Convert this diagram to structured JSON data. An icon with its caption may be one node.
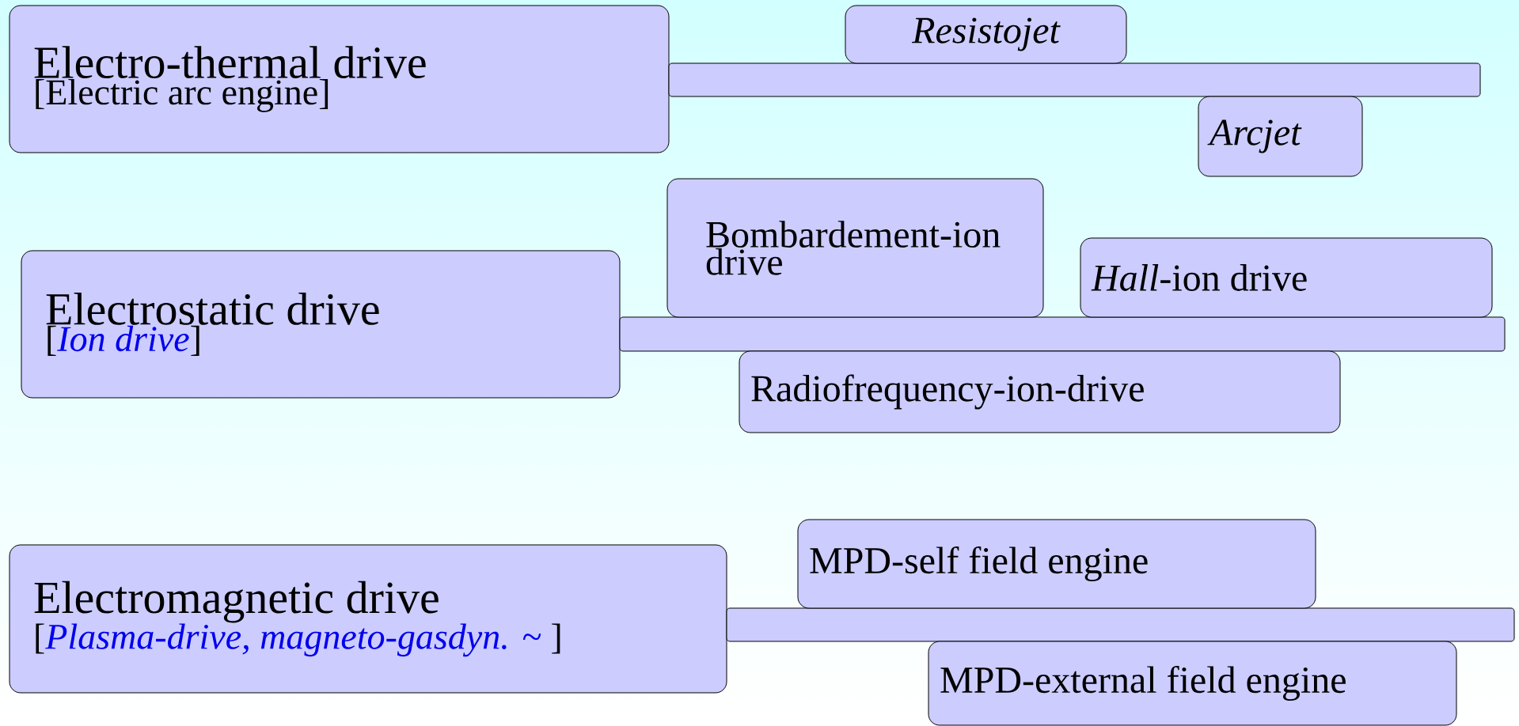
{
  "diagram": {
    "nodes": [
      {
        "text": [
          "Electro-thermal drive",
          "[Electric arc engine]"
        ]
      },
      {
        "text": [],
        "shape": "bar"
      },
      {
        "text": [
          "Resistojet"
        ]
      },
      {
        "text": [
          "Arcjet"
        ]
      },
      {
        "text": [
          "Electrostatic drive",
          "[*Ion drive*]"
        ]
      },
      {
        "text": [],
        "shape": "bar"
      },
      {
        "text": [
          "Bombardement-ion drive"
        ]
      },
      {
        "text": [
          "*Hall*-ion drive"
        ]
      },
      {
        "text": [
          "Radiofrequency-ion-drive"
        ]
      },
      {
        "text": [
          "Electromagnetic drive",
          "[*Plasma-drive, magneto-gasdyn. ~* ]"
        ]
      },
      {
        "text": [],
        "shape": "bar"
      },
      {
        "text": [
          "MPD-self field engine"
        ]
      },
      {
        "text": [
          "MPD-external field engine"
        ]
      }
    ]
  }
}
